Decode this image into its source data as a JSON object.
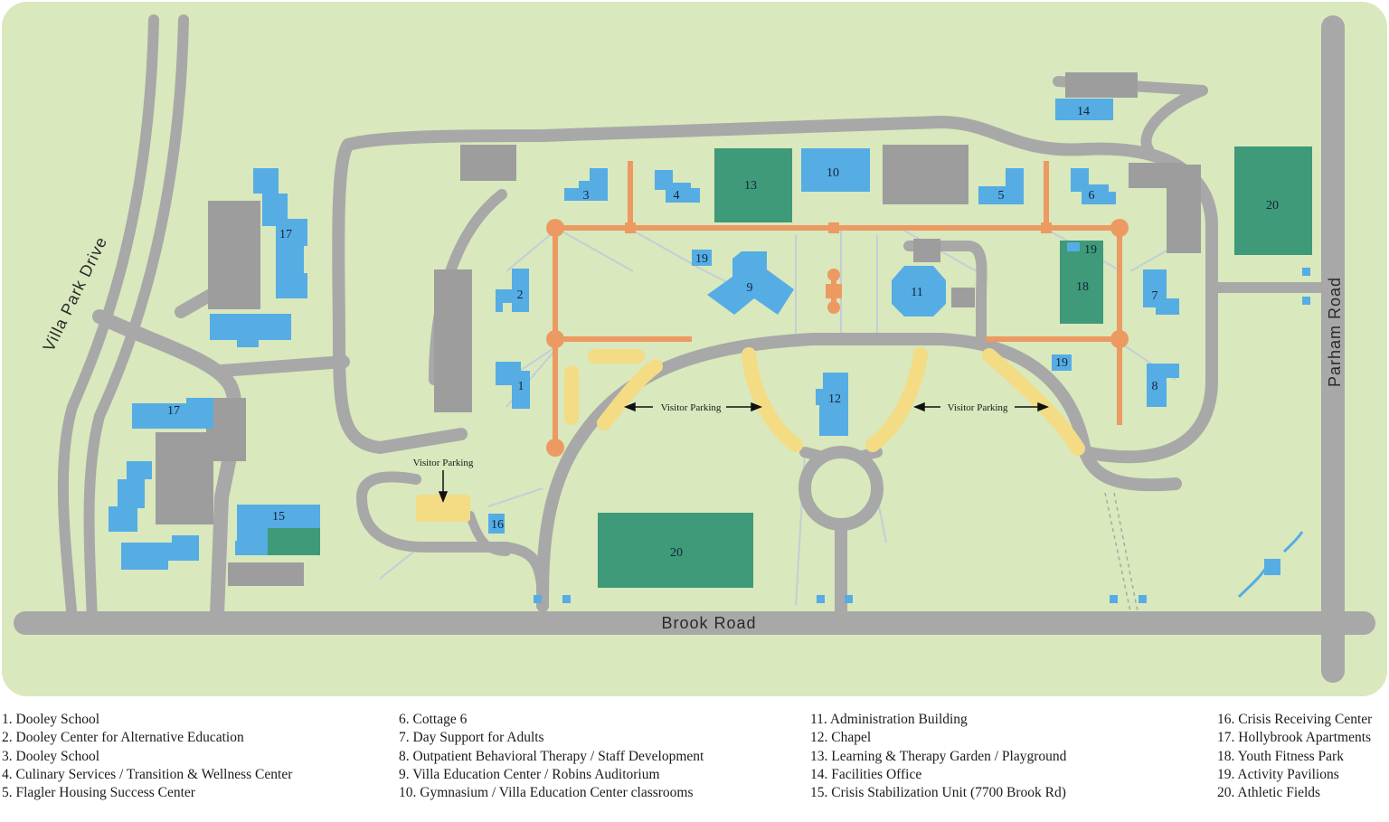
{
  "roads": {
    "villa_park": "Villa Park Drive",
    "brook": "Brook Road",
    "parham": "Parham Road"
  },
  "parking_label": "Visitor Parking",
  "building_numbers": {
    "b1": "1",
    "b2": "2",
    "b3": "3",
    "b4": "4",
    "b5": "5",
    "b6": "6",
    "b7": "7",
    "b8": "8",
    "b9": "9",
    "b10": "10",
    "b11": "11",
    "b12": "12",
    "b13": "13",
    "b14": "14",
    "b15": "15",
    "b16": "16",
    "b17a": "17",
    "b17b": "17",
    "b18": "18",
    "b19a": "19",
    "b19b": "19",
    "b19c": "19",
    "b20a": "20",
    "b20b": "20"
  },
  "legend": [
    [
      "1.  Dooley School",
      "2.  Dooley Center for Alternative Education",
      "3.  Dooley School",
      "4.  Culinary Services / Transition & Wellness Center",
      "5.  Flagler Housing Success Center"
    ],
    [
      "6.  Cottage 6",
      "7.  Day Support for Adults",
      "8.  Outpatient Behavioral Therapy / Staff Development",
      "9.  Villa Education Center / Robins Auditorium",
      "10.  Gymnasium / Villa Education Center classrooms"
    ],
    [
      "11.  Administration Building",
      "12.  Chapel",
      "13.  Learning & Therapy Garden / Playground",
      "14.  Facilities Office",
      "15.  Crisis Stabilization Unit (7700 Brook Rd)"
    ],
    [
      "16.  Crisis Receiving Center",
      "17.  Hollybrook Apartments",
      "18.  Youth Fitness Park",
      "19.  Activity Pavilions",
      "20.  Athletic Fields"
    ]
  ],
  "colors": {
    "lawn": "#d9e8bd",
    "road": "#a8a8a8",
    "building": "#55ade4",
    "field": "#3e9a78",
    "walkway": "#ec9a62",
    "parking": "#f3dc84",
    "gray_building": "#9d9d9d"
  }
}
